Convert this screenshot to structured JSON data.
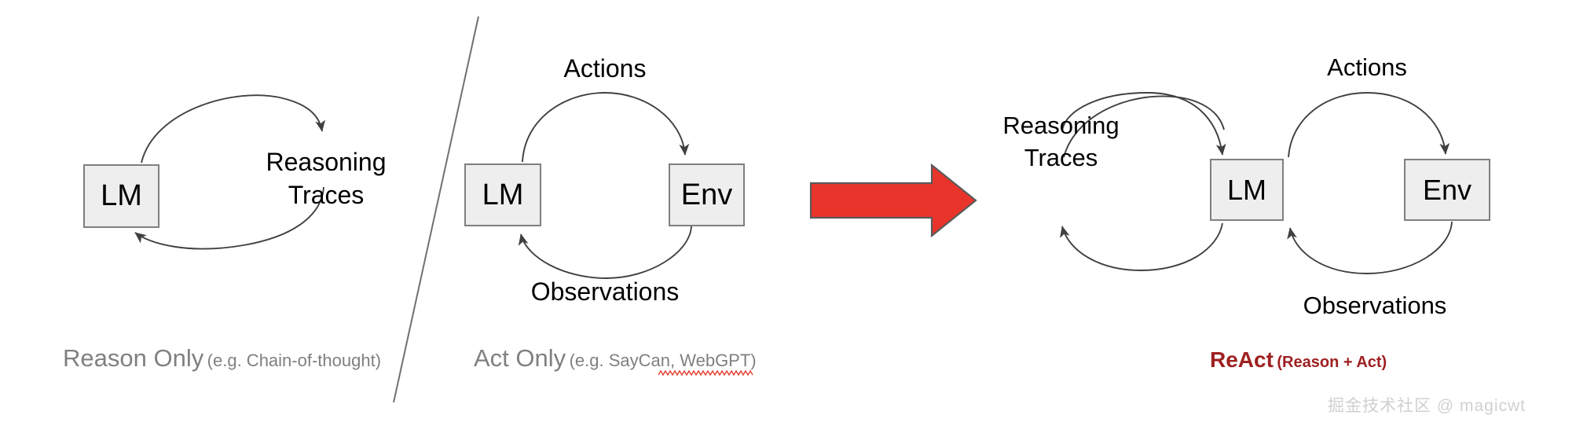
{
  "figure": {
    "title_semantic": "ReAct paradigm comparison diagram",
    "background_color": "#ffffff",
    "box_fill": "#eeeeee",
    "box_stroke": "#7f7f7f",
    "arrow_stroke": "#404040",
    "caption_color": "#808080",
    "react_color": "#9e2020",
    "red_arrow_fill": "#e8342a",
    "red_arrow_stroke": "#5a5a5a"
  },
  "panels": [
    {
      "id": "reason-only",
      "nodes": [
        {
          "id": "lm",
          "label": "LM"
        }
      ],
      "edge_labels": [
        {
          "id": "reasoning-traces",
          "line1": "Reasoning",
          "line2": "Traces"
        }
      ],
      "caption": {
        "main": "Reason Only",
        "sub": "(e.g. Chain-of-thought)"
      }
    },
    {
      "id": "act-only",
      "nodes": [
        {
          "id": "lm",
          "label": "LM"
        },
        {
          "id": "env",
          "label": "Env"
        }
      ],
      "edge_labels": [
        {
          "id": "actions",
          "line1": "Actions",
          "line2": ""
        },
        {
          "id": "observations",
          "line1": "Observations",
          "line2": ""
        }
      ],
      "caption": {
        "main": "Act Only",
        "sub": "(e.g. SayCan, WebGPT)"
      }
    },
    {
      "id": "react",
      "nodes": [
        {
          "id": "lm",
          "label": "LM"
        },
        {
          "id": "env",
          "label": "Env"
        }
      ],
      "edge_labels": [
        {
          "id": "reasoning-traces",
          "line1": "Reasoning",
          "line2": "Traces"
        },
        {
          "id": "actions",
          "line1": "Actions",
          "line2": ""
        },
        {
          "id": "observations",
          "line1": "Observations",
          "line2": ""
        }
      ],
      "caption": {
        "main": "ReAct",
        "sub": "(Reason + Act)"
      }
    }
  ],
  "transition_arrow": {
    "name": "red-right-arrow",
    "direction": "right"
  },
  "watermark": {
    "text": "掘金技术社区 @ magicwt"
  }
}
